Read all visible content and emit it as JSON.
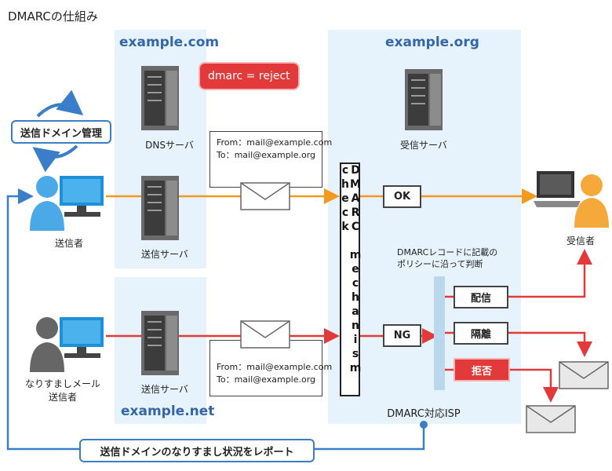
{
  "title": "DMARCの仕組み",
  "panels": {
    "example_com": "example.com",
    "example_org": "example.org",
    "example_net": "example.net"
  },
  "callout": "dmarc = reject",
  "sender_domain_mgmt": "送信ドメイン管理",
  "labels": {
    "dns_server": "DNSサーバ",
    "send_server_top": "送信サーバ",
    "send_server_bottom": "送信サーバ",
    "receive_server": "受信サーバ",
    "sender": "送信者",
    "spoof_sender_line1": "なりすましメール",
    "spoof_sender_line2": "送信者",
    "receiver": "受信者",
    "dmarc_isp": "DMARC対応ISP"
  },
  "email_top": {
    "from": "From：mail@example.com",
    "to": "To：mail@example.org"
  },
  "email_bottom": {
    "from": "From：mail@example.com",
    "to": "To：mail@example.org"
  },
  "dmarc_check": "DMARC mechanism check",
  "ok": "OK",
  "ng": "NG",
  "policy_note": {
    "line1": "DMARCレコードに記載の",
    "line2": "ポリシーに沿って判断"
  },
  "actions": {
    "deliver": "配信",
    "quarantine": "隔離",
    "reject": "拒否"
  },
  "report_label": "送信ドメインのなりすまし状況をレポート",
  "colors": {
    "orange": "#f39a1e",
    "red": "#e23a3a",
    "blue": "#3a7dc9",
    "panel": "#e6f3fc"
  }
}
